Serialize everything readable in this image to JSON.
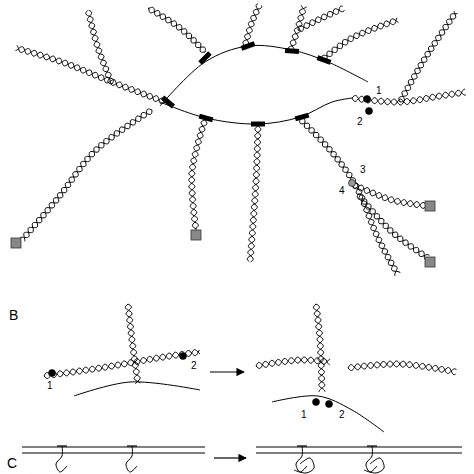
{
  "diagram": {
    "labels": [
      "1",
      "2",
      "3",
      "4",
      "B",
      "1",
      "2",
      "1",
      "2",
      "C"
    ]
  }
}
